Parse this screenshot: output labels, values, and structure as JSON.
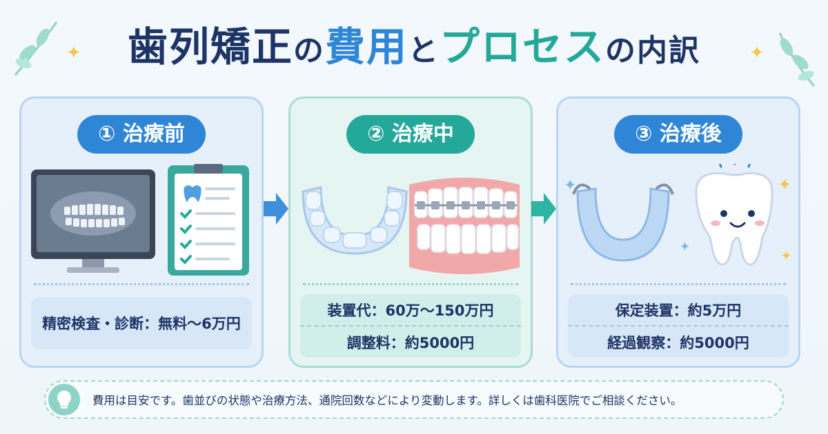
{
  "title": {
    "part1": "歯列矯正",
    "part2": "の",
    "part3": "費用",
    "part4": "と",
    "part5": "プロセス",
    "part6": "の内訳"
  },
  "colors": {
    "navy": "#1e3466",
    "blue": "#2f86d6",
    "teal": "#23a89a",
    "light_blue_card": "#e6f0fb",
    "light_teal_card": "#e5f5f2"
  },
  "steps": [
    {
      "label": "① 治療前",
      "costs": [
        "精密検査・診断：無料～6万円"
      ]
    },
    {
      "label": "② 治療中",
      "costs": [
        "装置代：60万～150万円",
        "調整料：約5000円"
      ]
    },
    {
      "label": "③ 治療後",
      "costs": [
        "保定装置：約5万円",
        "経過観察：約5000円"
      ]
    }
  ],
  "note": {
    "icon": "lightbulb-icon",
    "text": "費用は目安です。歯並びの状態や治療方法、通院回数などにより変動します。詳しくは歯科医院でご相談ください。"
  }
}
